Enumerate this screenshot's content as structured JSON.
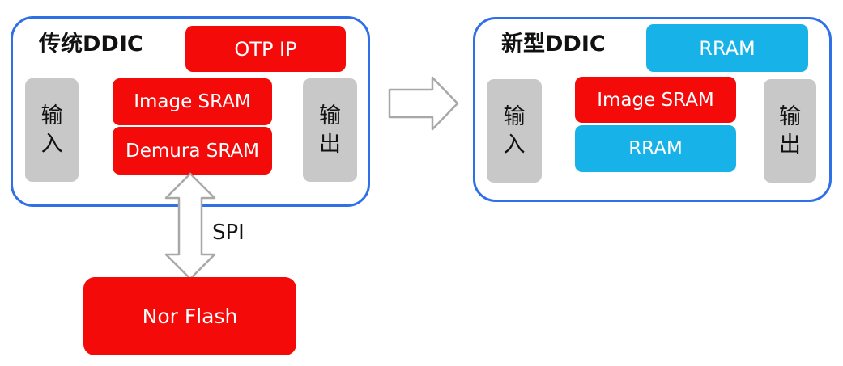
{
  "colors": {
    "panel_border": "#2f6fe8",
    "red": "#f50a0a",
    "blue": "#17b2e8",
    "io_gray": "#c8c8c8",
    "arrow_stroke": "#a8a8a8"
  },
  "left_panel": {
    "title": "传统DDIC",
    "otp": "OTP IP",
    "input": [
      "输",
      "入"
    ],
    "output": [
      "输",
      "出"
    ],
    "image_sram": "Image SRAM",
    "demura_sram": "Demura SRAM"
  },
  "right_panel": {
    "title": "新型DDIC",
    "rram_top": "RRAM",
    "input": [
      "输",
      "入"
    ],
    "output": [
      "输",
      "出"
    ],
    "image_sram": "Image SRAM",
    "rram_bottom": "RRAM"
  },
  "bus": {
    "label": "SPI"
  },
  "external": {
    "nor_flash": "Nor Flash"
  },
  "icons": {
    "transition_arrow": "right-arrow-icon",
    "bus_arrow": "double-vertical-arrow-icon"
  }
}
